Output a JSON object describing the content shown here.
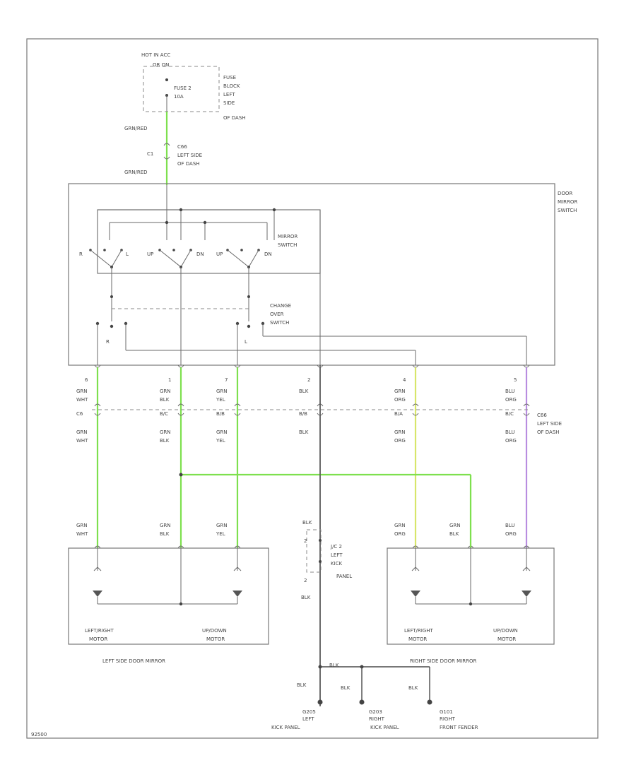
{
  "colors": {
    "green": "#7ee04e",
    "yellow": "#d7e66a",
    "purple": "#b88de0",
    "wire": "#4a4a4a"
  },
  "power": {
    "hot": "HOT IN ACC",
    "hot2": "OR ON",
    "fuse": "FUSE 2",
    "fuse_amp": "10A",
    "fb1": "FUSE",
    "fb2": "BLOCK",
    "fb3": "LEFT",
    "fb4": "SIDE",
    "fb5": "OF DASH",
    "wire": "GRN/RED",
    "c1": "C1",
    "c1_l1": "C66",
    "c1_l2": "LEFT SIDE",
    "c1_l3": "OF DASH"
  },
  "switch": {
    "door1": "DOOR",
    "door2": "MIRROR",
    "door3": "SWITCH",
    "mirror1": "MIRROR",
    "mirror2": "SWITCH",
    "change1": "CHANGE",
    "change2": "OVER",
    "change3": "SWITCH",
    "r": "R",
    "l": "L",
    "up": "UP",
    "dn": "DN"
  },
  "pins": [
    "6",
    "1",
    "7",
    "2",
    "4",
    "5"
  ],
  "wires": [
    {
      "c1": "GRN",
      "c2": "WHT",
      "conn": "C6",
      "b1": "GRN",
      "b2": "WHT"
    },
    {
      "c1": "GRN",
      "c2": "BLK",
      "conn": "B/C",
      "b1": "GRN",
      "b2": "BLK"
    },
    {
      "c1": "GRN",
      "c2": "YEL",
      "conn": "B/B",
      "b1": "GRN",
      "b2": "YEL"
    },
    {
      "c1": "BLK",
      "c2": "",
      "conn": "B/B",
      "b1": "BLK",
      "b2": ""
    },
    {
      "c1": "GRN",
      "c2": "ORG",
      "conn": "B/A",
      "b1": "GRN",
      "b2": "ORG"
    },
    {
      "c1": "BLU",
      "c2": "ORG",
      "conn": "B/C",
      "b1": "BLU",
      "b2": "ORG"
    }
  ],
  "c66": {
    "l1": "C66",
    "l2": "LEFT SIDE",
    "l3": "OF DASH"
  },
  "mirror_wires": [
    {
      "c1": "GRN",
      "c2": "WHT"
    },
    {
      "c1": "GRN",
      "c2": "BLK"
    },
    {
      "c1": "GRN",
      "c2": "YEL"
    },
    {
      "c1": "GRN",
      "c2": "ORG"
    },
    {
      "c1": "GRN",
      "c2": "BLK"
    },
    {
      "c1": "BLU",
      "c2": "ORG"
    }
  ],
  "lmirror": {
    "m1a": "LEFT/RIGHT",
    "m1b": "MOTOR",
    "m2a": "UP/DOWN",
    "m2b": "MOTOR",
    "title": "LEFT SIDE DOOR MIRROR"
  },
  "rmirror": {
    "m1a": "LEFT/RIGHT",
    "m1b": "MOTOR",
    "m2a": "UP/DOWN",
    "m2b": "MOTOR",
    "title": "RIGHT SIDE DOOR MIRROR"
  },
  "ground": {
    "blk": "BLK",
    "jc_l1": "J/C 2",
    "jc_l2": "LEFT",
    "jc_l3": "KICK",
    "jc_l4": "PANEL",
    "pin2": "2",
    "g1a": "G205",
    "g1b": "LEFT",
    "g1c": "KICK PANEL",
    "g2a": "G203",
    "g2b": "RIGHT",
    "g2c": "KICK PANEL",
    "g3a": "G101",
    "g3b": "RIGHT",
    "g3c": "FRONT FENDER"
  },
  "footer": "92500"
}
